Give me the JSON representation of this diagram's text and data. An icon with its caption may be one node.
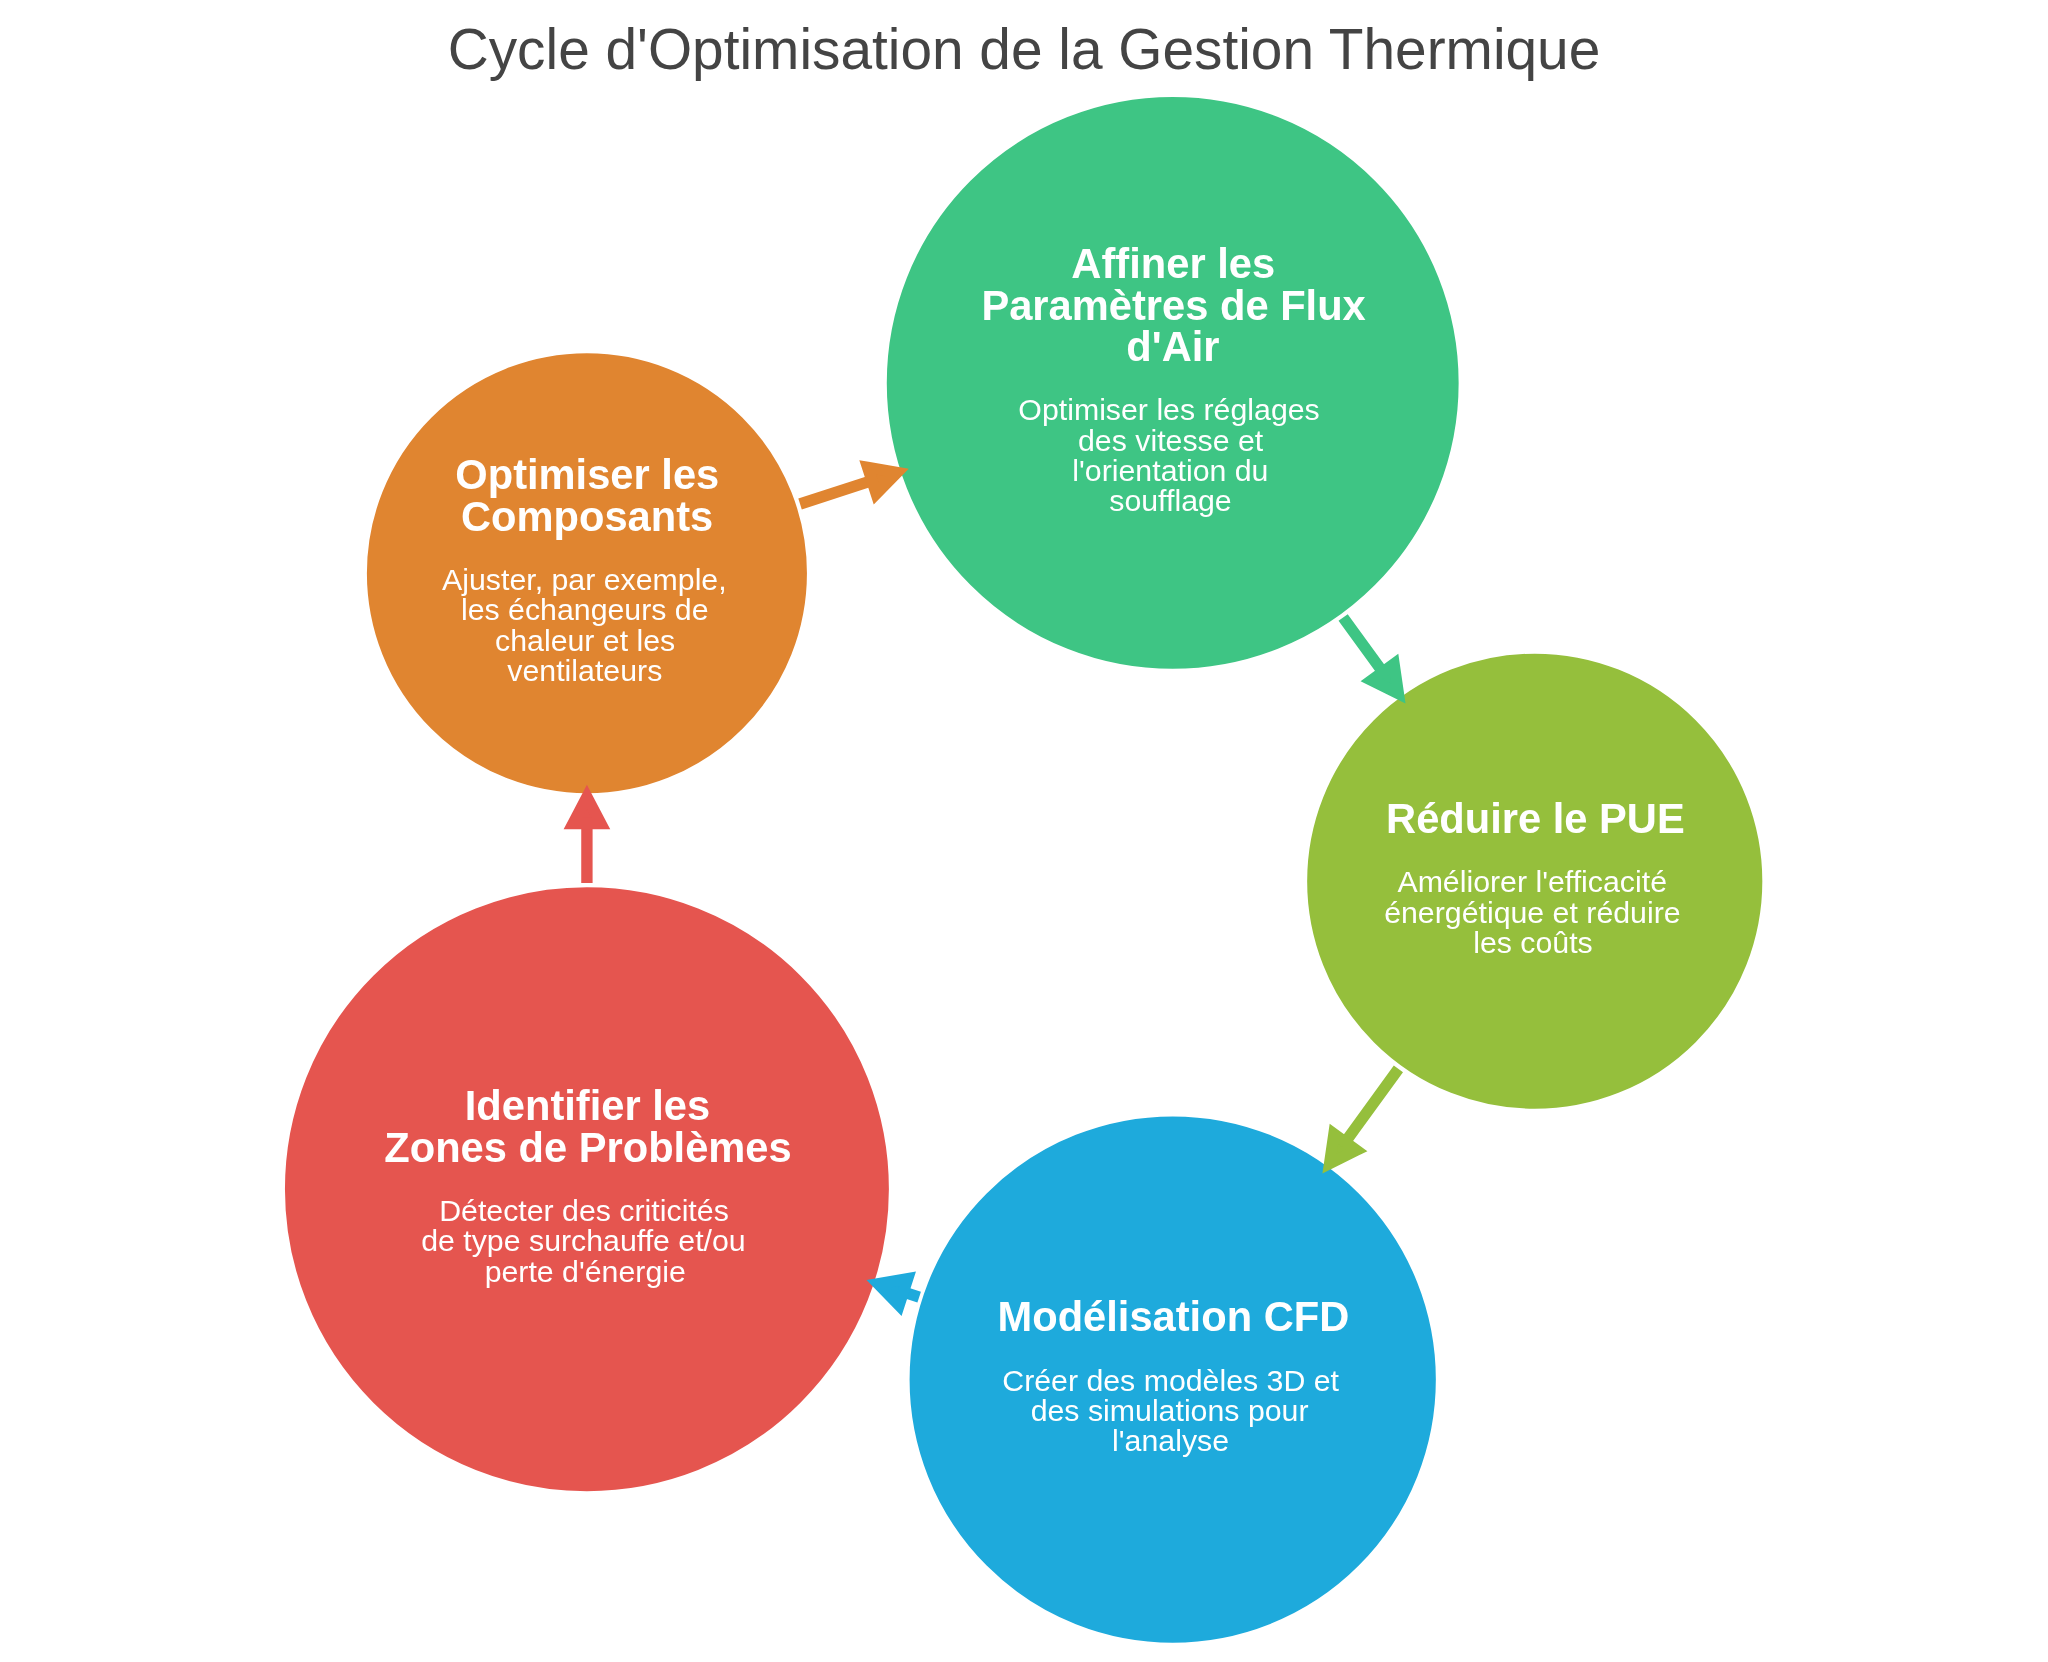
{
  "diagram": {
    "title": "Cycle d'Optimisation de la Gestion Thermique",
    "nodes": [
      {
        "text": [
          "Modélisation CFD",
          "Créer des modèles 3D et des simulations pour l'analyse"
        ]
      },
      {
        "text": [
          "Identifier les Zones de Problèmes",
          "Détecter des criticités de type surchauffe et/ou perte d'énergie"
        ]
      },
      {
        "text": [
          "Optimiser les Composants",
          "Ajuster, par exemple, les échangeurs de chaleur et les ventilateurs"
        ]
      },
      {
        "text": [
          "Affiner les Paramètres de Flux d'Air",
          "Optimiser les réglages des vitesse et l'orientation du soufflage"
        ]
      },
      {
        "text": [
          "Réduire le PUE",
          "Améliorer l'efficacité énergétique et réduire les coûts"
        ]
      }
    ],
    "edges": [
      {
        "from": 0,
        "to": 1,
        "arrow": "to",
        "color": "#1eaadc"
      },
      {
        "from": 1,
        "to": 2,
        "arrow": "to",
        "color": "#e5554f"
      },
      {
        "from": 2,
        "to": 3,
        "arrow": "to",
        "color": "#e08530"
      },
      {
        "from": 3,
        "to": 4,
        "arrow": "to",
        "color": "#3ec584"
      },
      {
        "from": 4,
        "to": 0,
        "arrow": "to",
        "color": "#95bf3c"
      }
    ]
  }
}
